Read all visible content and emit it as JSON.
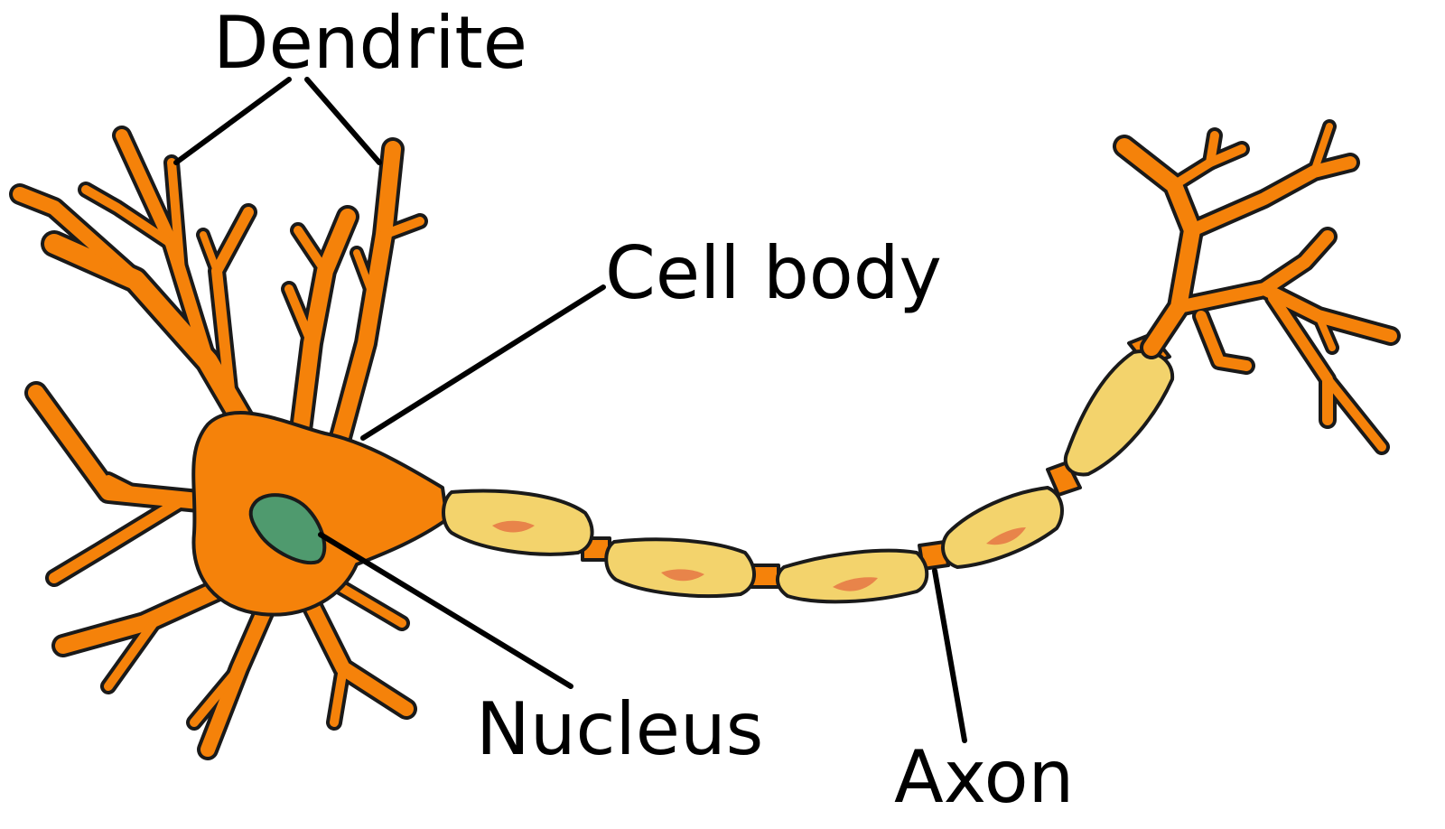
{
  "labels": {
    "dendrite": "Dendrite",
    "cell_body": "Cell body",
    "nucleus": "Nucleus",
    "axon": "Axon"
  },
  "colors": {
    "cell": "#f5820a",
    "myelin": "#f3d36c",
    "myelin_nucleus": "#e8844a",
    "nucleus": "#4f9a6e",
    "outline": "#1a1a1a",
    "text": "#000000",
    "background": "#ffffff"
  }
}
